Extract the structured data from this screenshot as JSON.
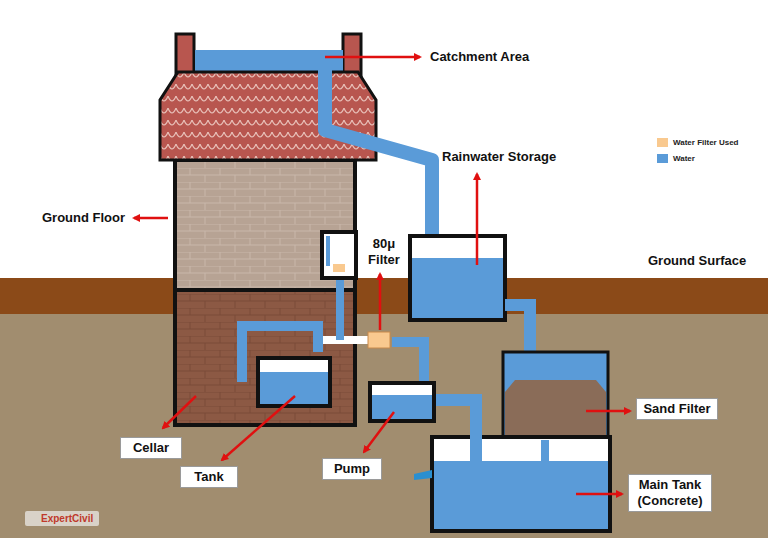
{
  "diagram": {
    "nodes": [
      {
        "text": [
          "Cellar"
        ]
      },
      {
        "text": [
          "Tank"
        ]
      },
      {
        "text": [
          "Pump"
        ]
      },
      {
        "text": [
          "Sand Filter"
        ]
      },
      {
        "text": [
          "Main Tank (Concrete)"
        ]
      }
    ],
    "labels": [
      "Catchment Area",
      "Rainwater Storage",
      "Ground Floor",
      "80μ Filter",
      "Ground Surface",
      "ExpertCivil"
    ],
    "legend": [
      {
        "text": "Water Filter Used",
        "color": "#f9c98f"
      },
      {
        "text": "Water",
        "color": "#5a9bd8"
      }
    ]
  }
}
